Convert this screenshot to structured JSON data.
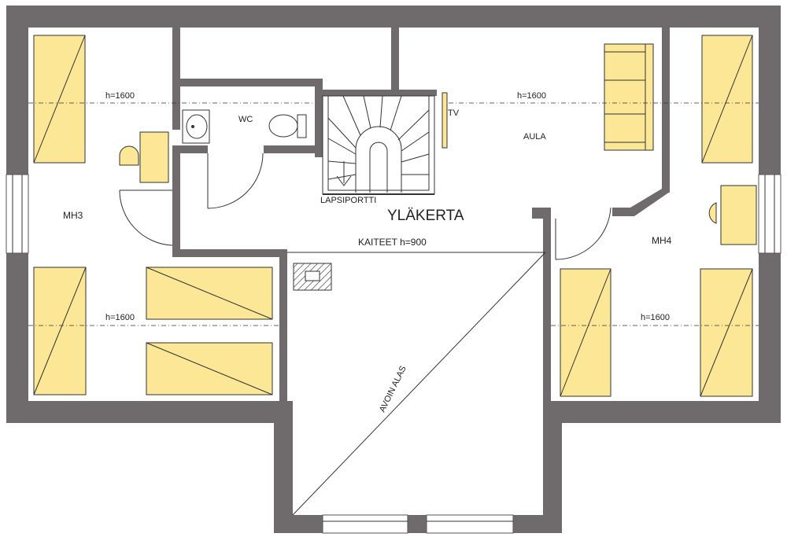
{
  "floor_title": "YLÄKERTA",
  "rooms": {
    "mh3": "MH3",
    "mh4": "MH4",
    "wc": "WC",
    "aula": "AULA"
  },
  "labels": {
    "tv": "TV",
    "child_gate": "LAPSIPORTTI",
    "railing": "KAITEET h=900",
    "open_below": "AVOIN ALAS",
    "height_top_left": "h=1600",
    "height_bottom_left": "h=1600",
    "height_top_right": "h=1600",
    "height_bottom_right": "h=1600"
  },
  "colors": {
    "wall": "#6f6a6b",
    "furniture": "#fbe796"
  }
}
